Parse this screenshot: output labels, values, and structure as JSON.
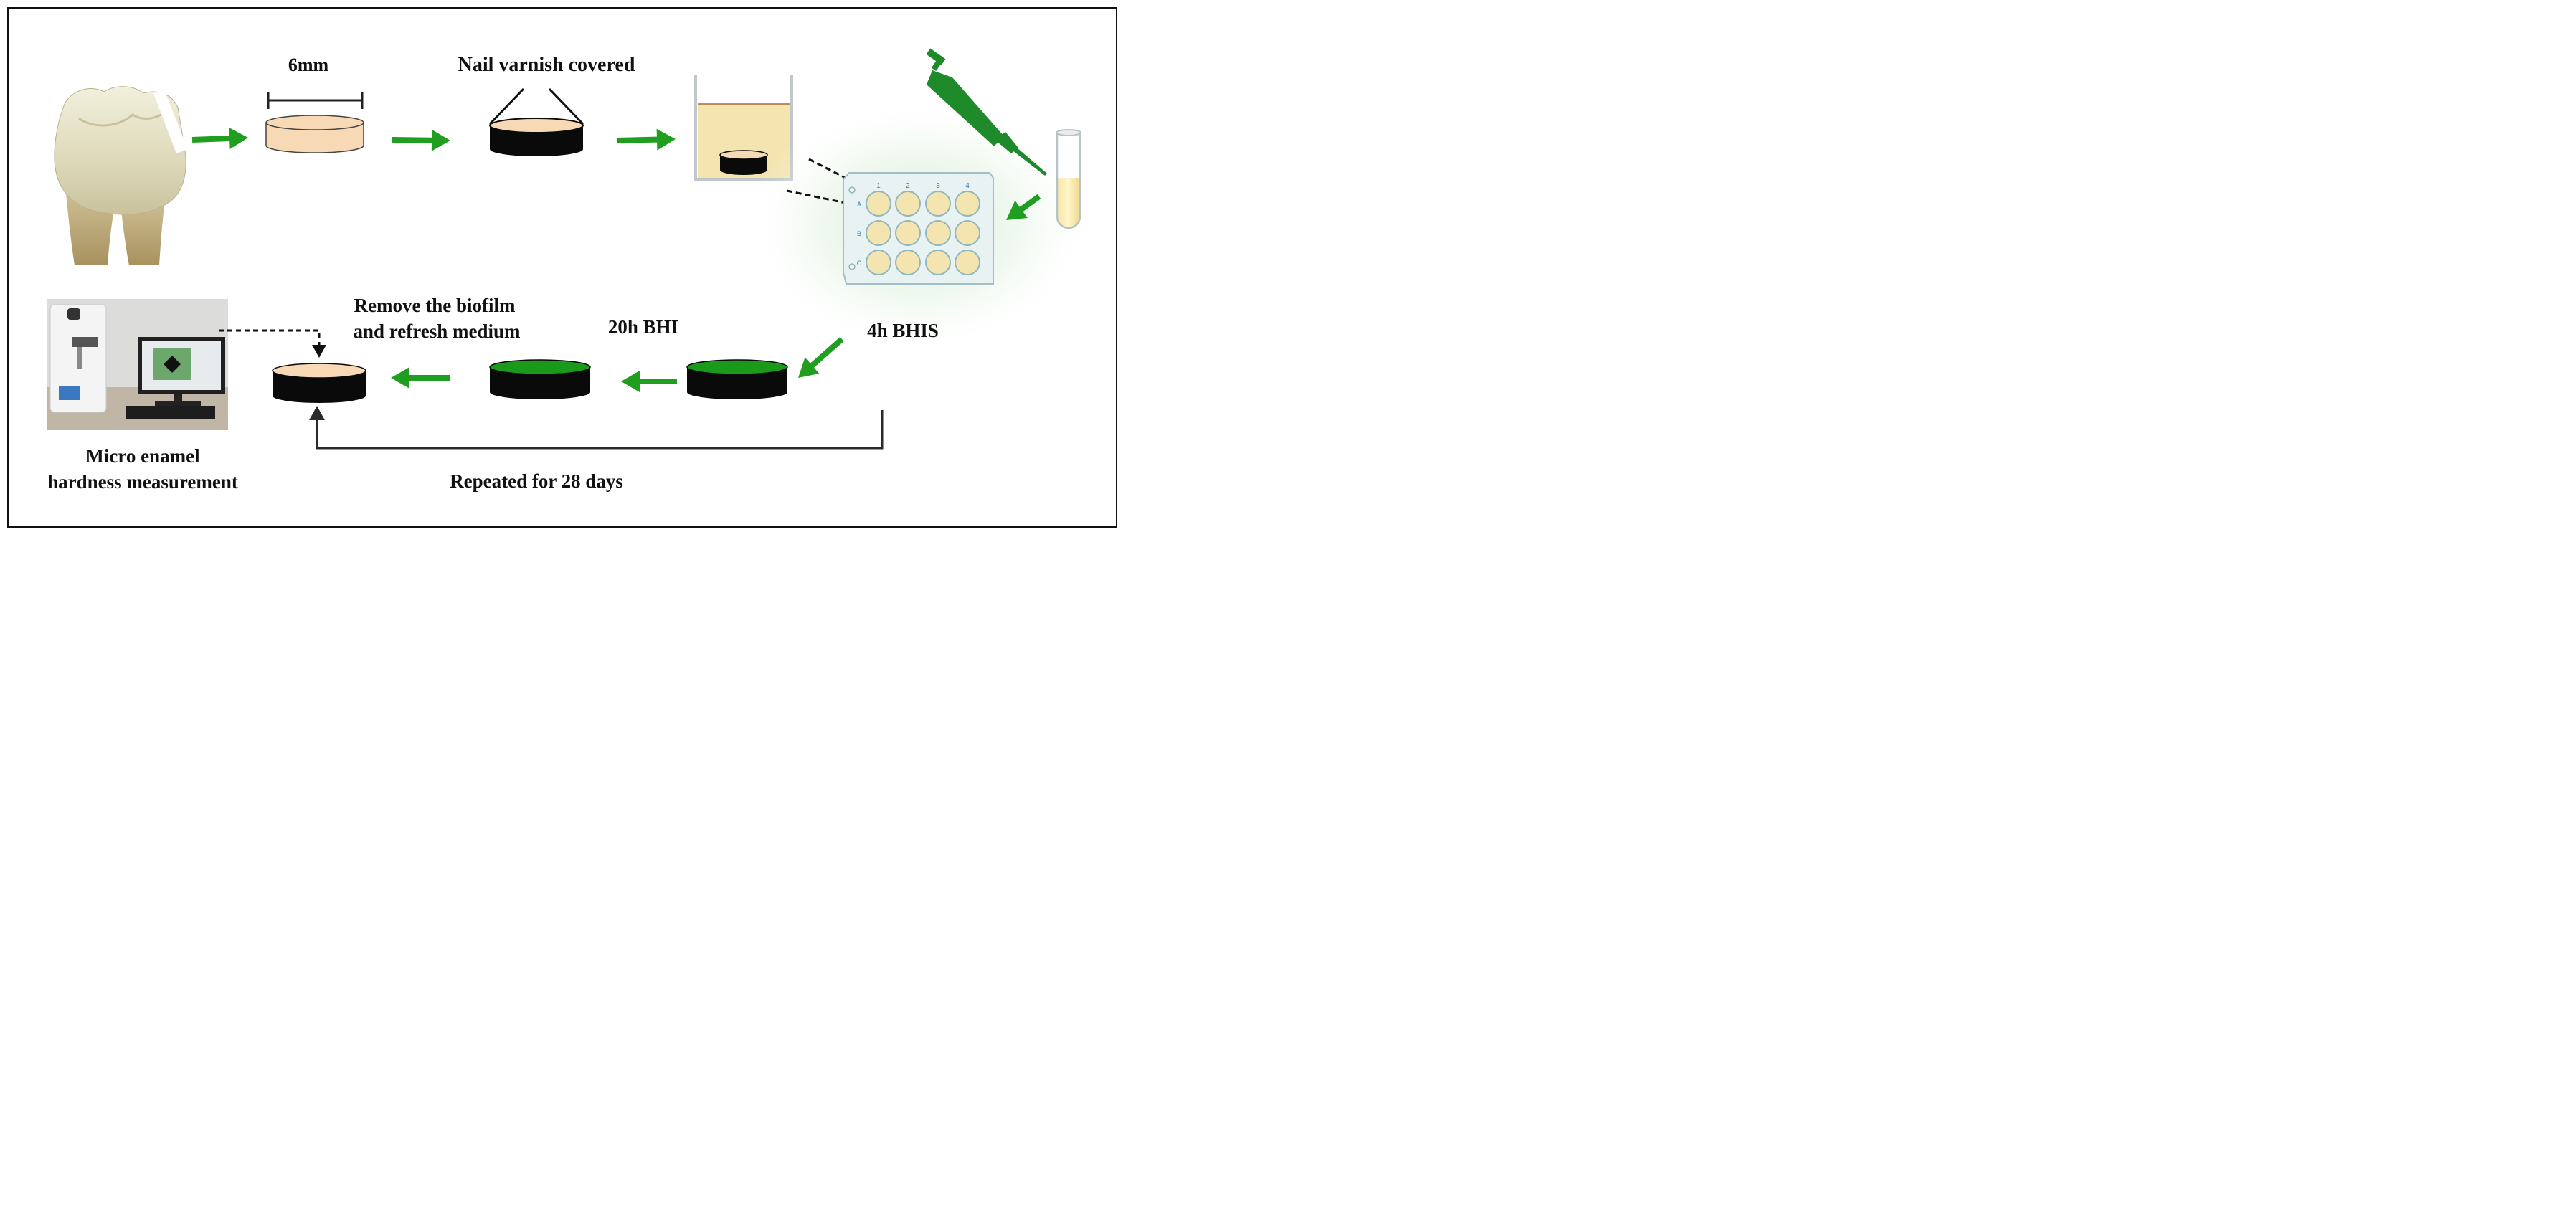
{
  "labels": {
    "diameter": "6mm",
    "varnish": "Nail varnish covered",
    "bhis": "4h BHIS",
    "bhi": "20h BHI",
    "remove_line1": "Remove the biofilm",
    "remove_line2": "and refresh medium",
    "hardness_line1": "Micro enamel",
    "hardness_line2": "hardness measurement",
    "repeat": "Repeated for 28 days"
  },
  "plate": {
    "columns": [
      "1",
      "2",
      "3",
      "4"
    ],
    "rows": [
      "A",
      "B",
      "C"
    ]
  },
  "colors": {
    "arrow_green": "#1f9e1f",
    "enamel": "#f8d9b6",
    "biofilm": "#1a9a1a",
    "varnish": "#0a0a0a",
    "medium": "#f4e4b0",
    "pipette": "#1f8a2a",
    "frame": "#111111"
  }
}
